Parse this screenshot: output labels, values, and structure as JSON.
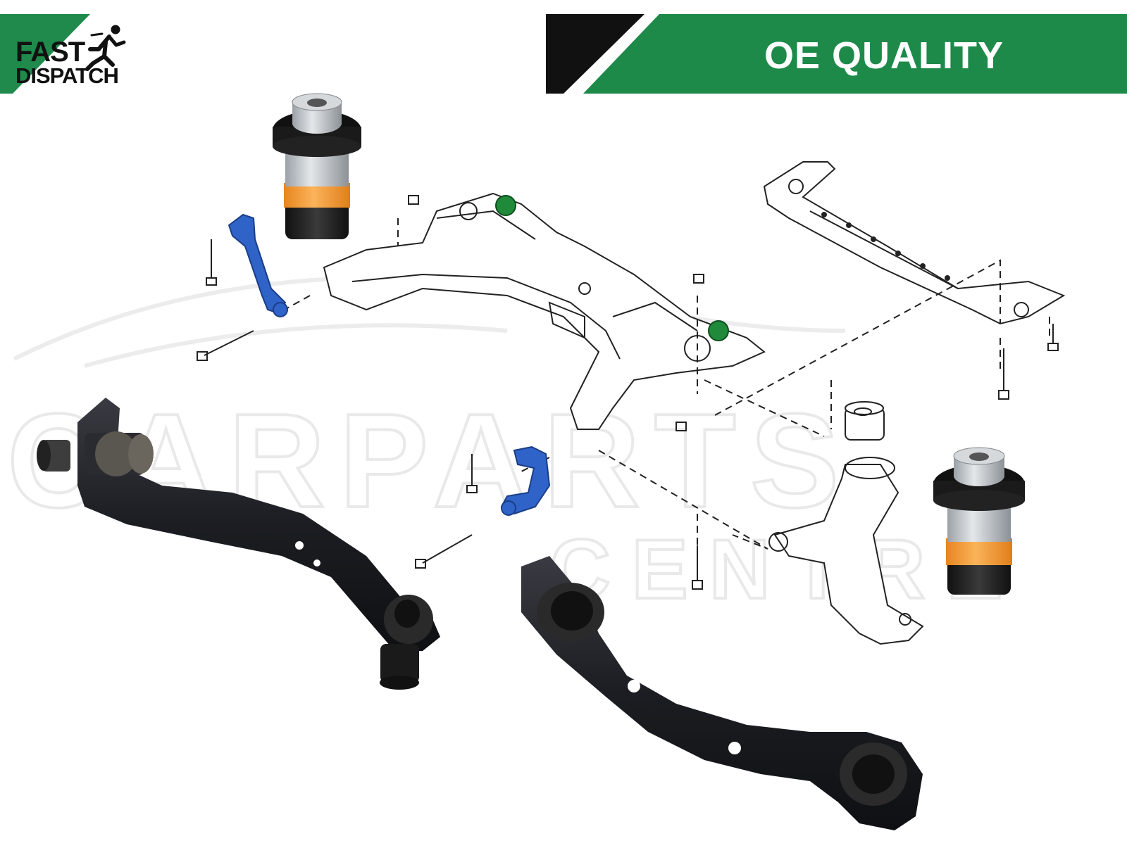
{
  "badge": {
    "line1": "FAST",
    "line2": "DISPATCH",
    "icon": "running-man-icon",
    "accent": "#1f8a4c"
  },
  "banner": {
    "label": "OE QUALITY",
    "green": "#1e8a4a",
    "black": "#111111"
  },
  "watermark": {
    "line1": "CARPARTS",
    "line2": "CENTRE",
    "color": "#eeeeee"
  },
  "colors": {
    "arm": "#1c1d22",
    "bush_orange": "#f39a2e",
    "bush_rubber": "#1a1a1a",
    "diagram_line": "#222222",
    "diagram_blue": "#2f63c8",
    "diagram_green": "#1f8a3a"
  }
}
